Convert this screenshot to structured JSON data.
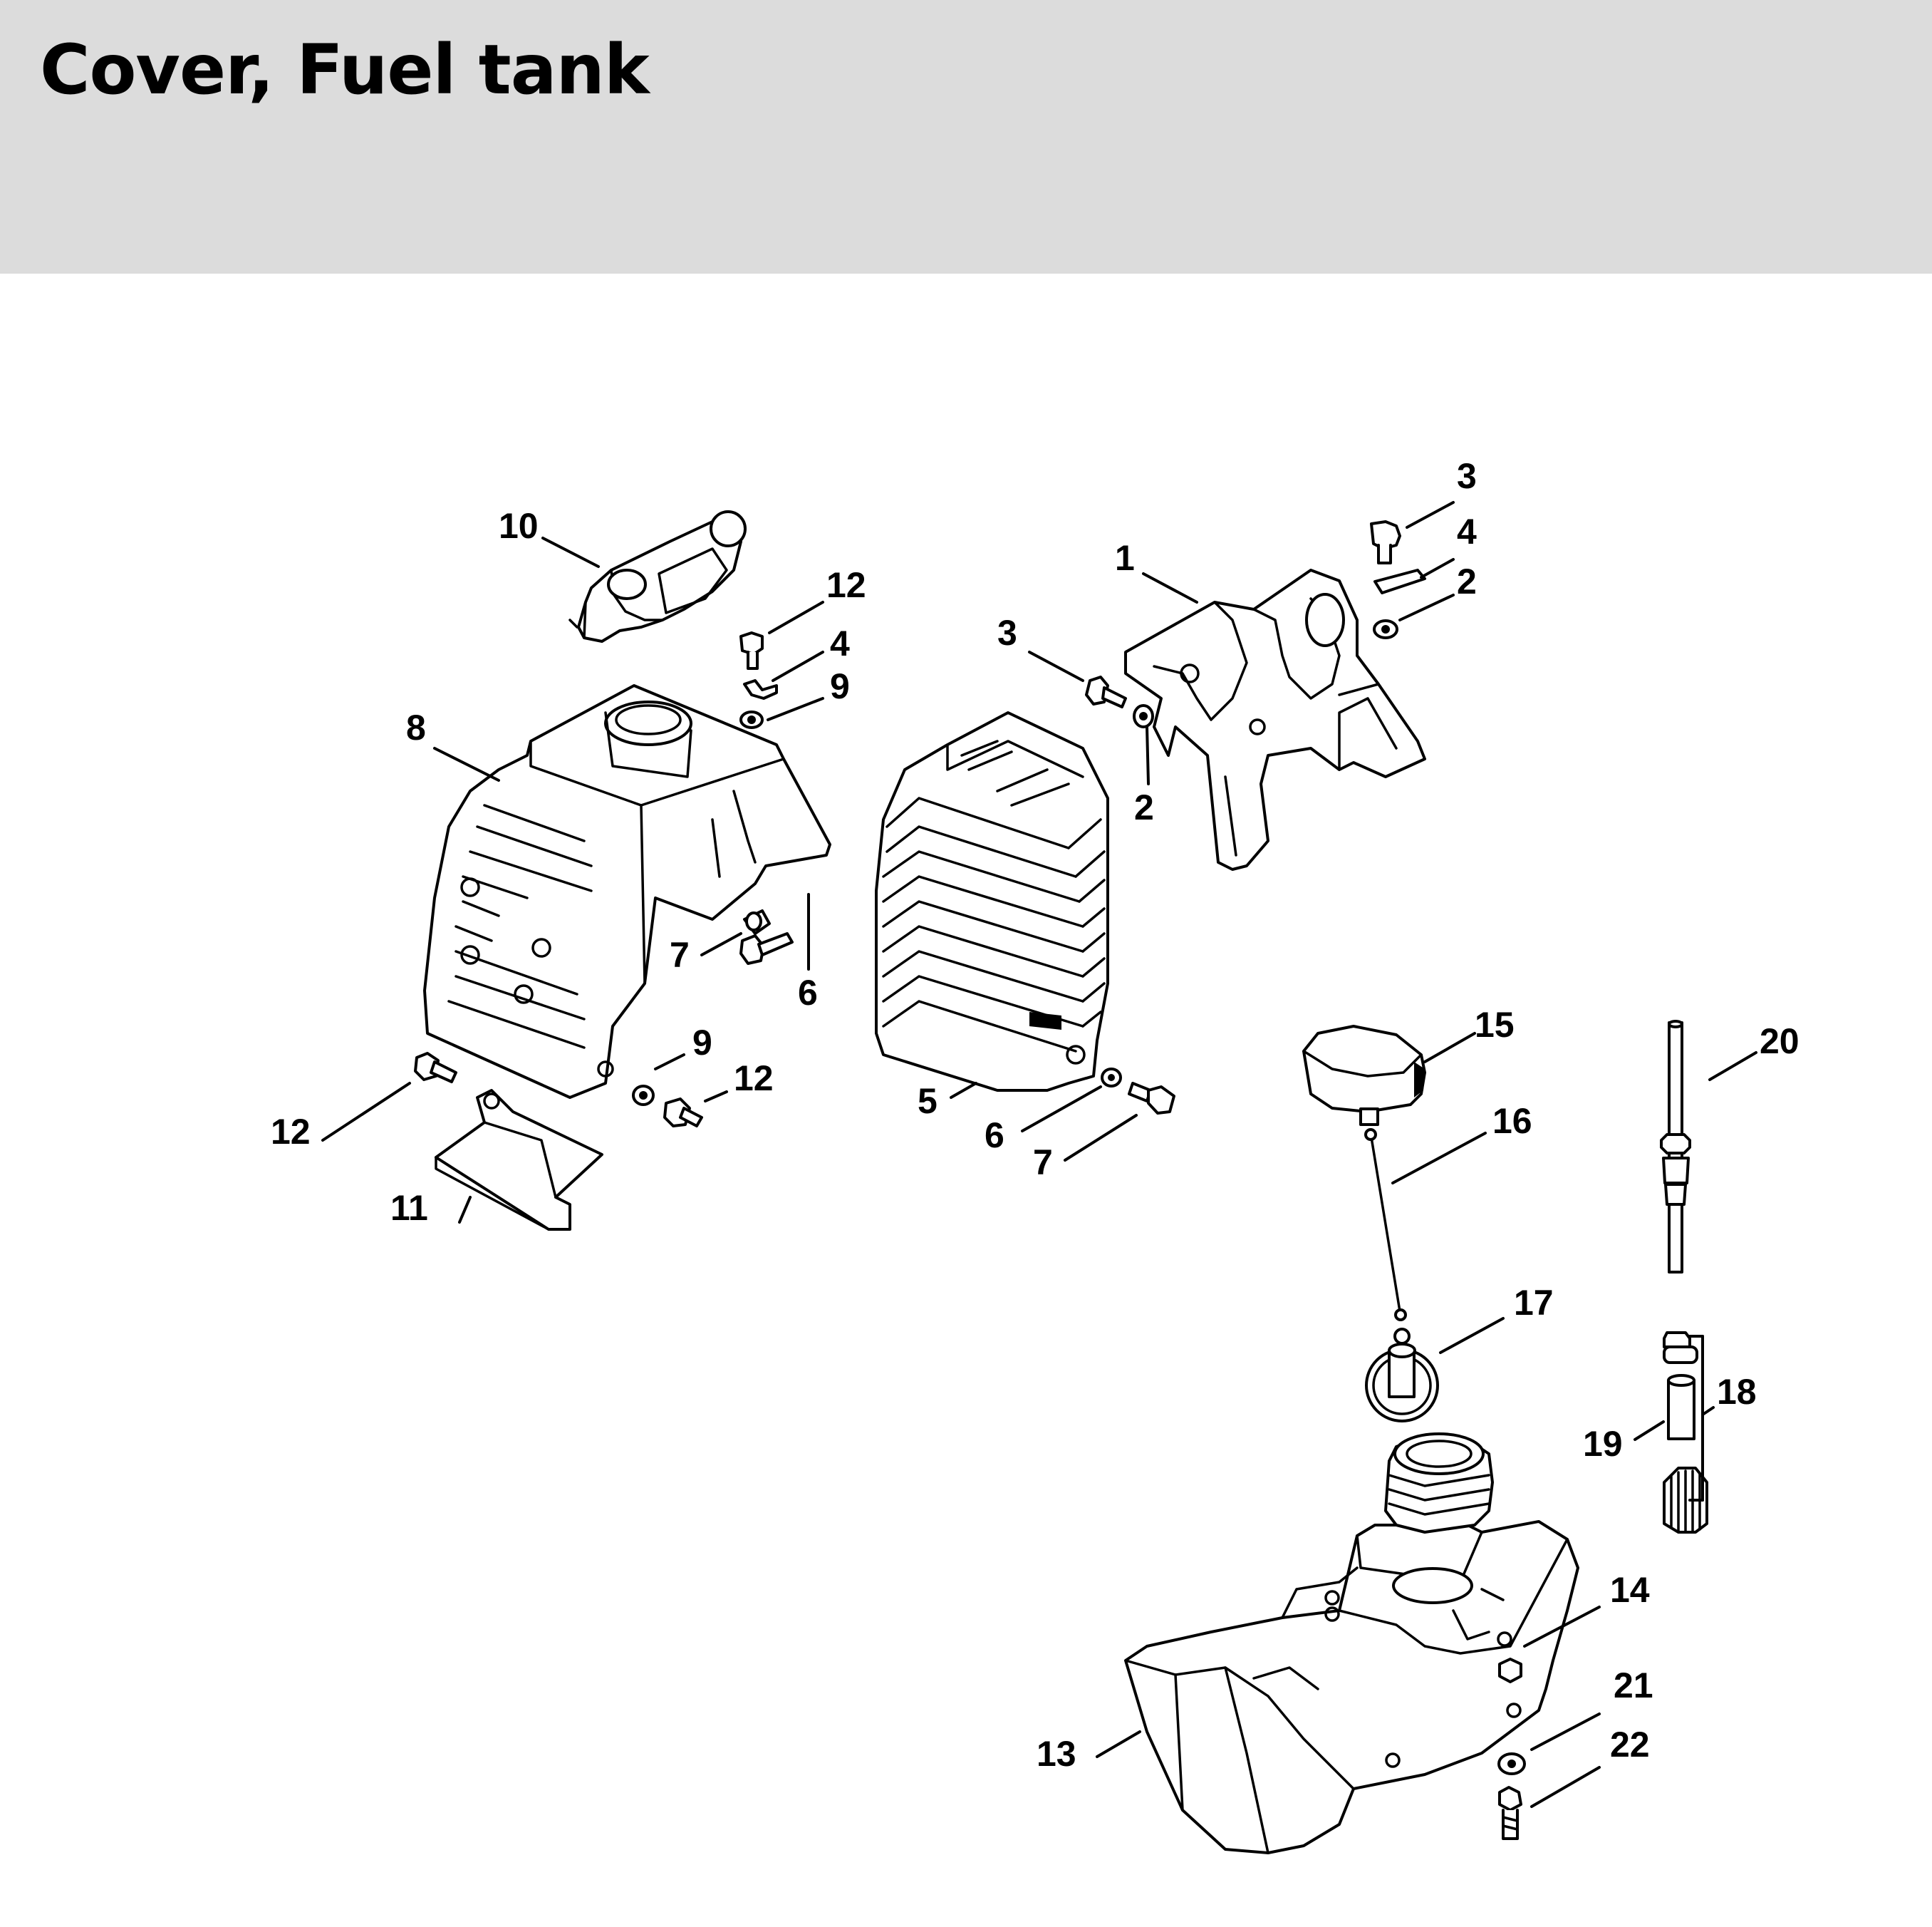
{
  "title": "Cover, Fuel tank",
  "callouts": [
    {
      "id": "c1",
      "text": "1"
    },
    {
      "id": "c2a",
      "text": "2"
    },
    {
      "id": "c2b",
      "text": "2"
    },
    {
      "id": "c3a",
      "text": "3"
    },
    {
      "id": "c3b",
      "text": "3"
    },
    {
      "id": "c4a",
      "text": "4"
    },
    {
      "id": "c4b",
      "text": "4"
    },
    {
      "id": "c5",
      "text": "5"
    },
    {
      "id": "c6a",
      "text": "6"
    },
    {
      "id": "c6b",
      "text": "6"
    },
    {
      "id": "c7a",
      "text": "7"
    },
    {
      "id": "c7b",
      "text": "7"
    },
    {
      "id": "c8",
      "text": "8"
    },
    {
      "id": "c9a",
      "text": "9"
    },
    {
      "id": "c9b",
      "text": "9"
    },
    {
      "id": "c10",
      "text": "10"
    },
    {
      "id": "c11",
      "text": "11"
    },
    {
      "id": "c12a",
      "text": "12"
    },
    {
      "id": "c12b",
      "text": "12"
    },
    {
      "id": "c12c",
      "text": "12"
    },
    {
      "id": "c13",
      "text": "13"
    },
    {
      "id": "c14",
      "text": "14"
    },
    {
      "id": "c15",
      "text": "15"
    },
    {
      "id": "c16",
      "text": "16"
    },
    {
      "id": "c17",
      "text": "17"
    },
    {
      "id": "c18",
      "text": "18"
    },
    {
      "id": "c19",
      "text": "19"
    },
    {
      "id": "c20",
      "text": "20"
    },
    {
      "id": "c21",
      "text": "21"
    },
    {
      "id": "c22",
      "text": "22"
    }
  ],
  "colors": {
    "header_bg": "#dcdcdc",
    "ink": "#000000",
    "paper": "#ffffff"
  }
}
